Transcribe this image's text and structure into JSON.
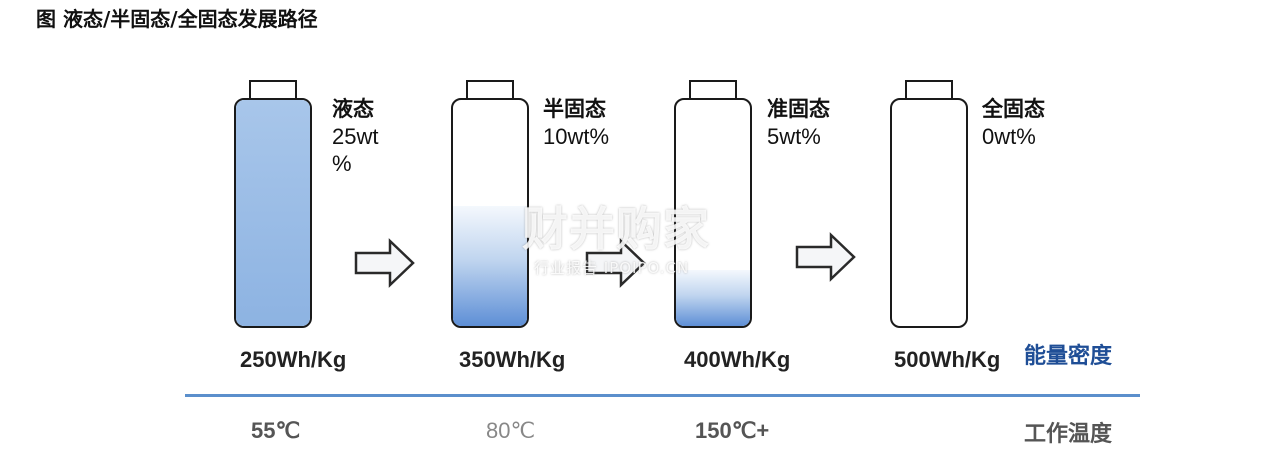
{
  "title": "图 液态/半固态/全固态发展路径",
  "batteries": [
    {
      "name": "液态",
      "content_line1": "25wt",
      "content_line2": "%",
      "energy_density": "250Wh/Kg",
      "temperature": "55℃",
      "fill_fraction": 1.0,
      "fill_style": "solid"
    },
    {
      "name": "半固态",
      "content_line1": "10wt%",
      "content_line2": "",
      "energy_density": "350Wh/Kg",
      "temperature": "80℃",
      "fill_fraction": 0.53,
      "fill_style": "gradient"
    },
    {
      "name": "准固态",
      "content_line1": "5wt%",
      "content_line2": "",
      "energy_density": "400Wh/Kg",
      "temperature": "150℃+",
      "fill_fraction": 0.25,
      "fill_style": "gradient"
    },
    {
      "name": "全固态",
      "content_line1": "0wt%",
      "content_line2": "",
      "energy_density": "500Wh/Kg",
      "temperature": "",
      "fill_fraction": 0.0,
      "fill_style": "none"
    }
  ],
  "axis_labels": {
    "energy_density": "能量密度",
    "working_temperature": "工作温度"
  },
  "watermark": {
    "main": "财并购家",
    "sub": "行业报告 IPOIPO.CN"
  },
  "colors": {
    "liquid_fill": "#8db3e2",
    "gradient_bottom": "#5e8fd6",
    "divider": "#5b8fcc",
    "energy_label": "#1f4e96",
    "temp_label": "#555555"
  }
}
